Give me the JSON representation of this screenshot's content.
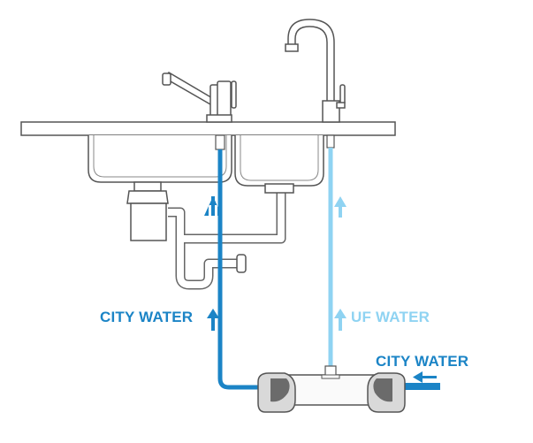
{
  "labels": {
    "city_water_left": "CITY WATER",
    "uf_water": "UF WATER",
    "city_water_right": "CITY WATER"
  },
  "colors": {
    "city_water": "#1b84c6",
    "uf_water": "#8fd3f2",
    "outline": "#555555",
    "plumbing_fill": "#ffffff",
    "filter_shell": "#d9d9d9",
    "filter_cap": "#6b6b6b"
  },
  "icons": [
    "kitchen-sink",
    "faucet",
    "drinking-faucet",
    "drain-trap",
    "garbage-disposal",
    "uf-filter-unit",
    "flow-arrow"
  ]
}
